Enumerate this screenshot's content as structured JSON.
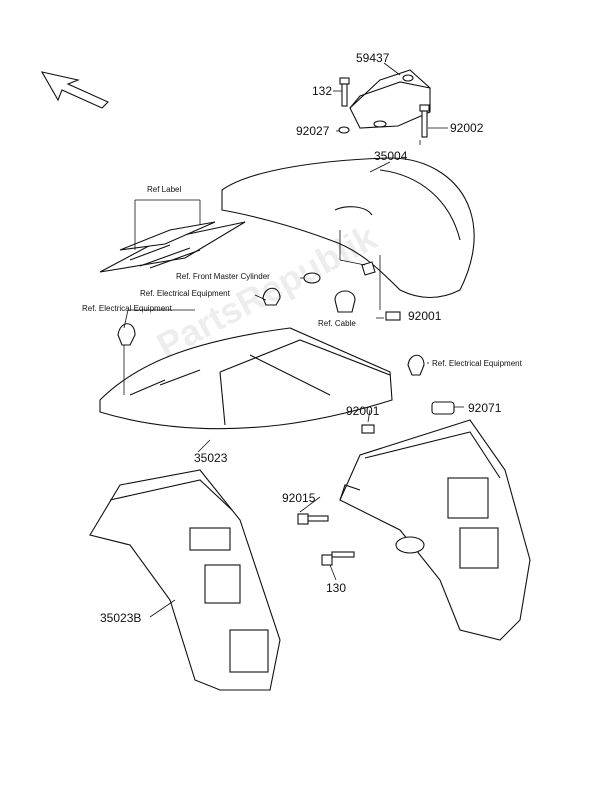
{
  "diagram": {
    "watermark": "PartsRepublik",
    "parts": {
      "p59437": "59437",
      "p132": "132",
      "p92027": "92027",
      "p92002": "92002",
      "p35004": "35004",
      "p92001a": "92001",
      "p92001b": "92001",
      "p92071": "92071",
      "p92015": "92015",
      "p130": "130",
      "p35023": "35023",
      "p35023b": "35023B"
    },
    "refs": {
      "ref_label": "Ref Label",
      "front_master_cylinder": "Ref. Front Master Cylinder",
      "elec_equipment_1": "Ref. Electrical Equipment",
      "elec_equipment_2": "Ref. Electrical Equipment",
      "elec_equipment_3": "Ref. Electrical Equipment",
      "cable": "Ref. Cable"
    },
    "icons": [
      "direction-arrow-icon"
    ]
  }
}
